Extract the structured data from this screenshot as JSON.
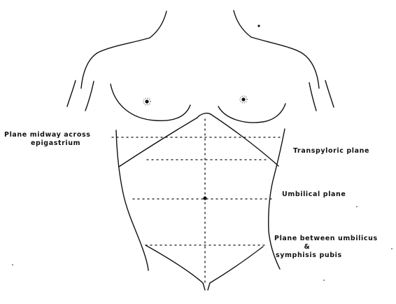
{
  "diagram": {
    "labels": {
      "midway_line1": "Plane  midway  across",
      "midway_line2": "epigastrium",
      "transpyloric": "Transpyloric   plane",
      "umbilical": "Umbilical   plane",
      "between_line1": "Plane  between  umbilicus",
      "between_line2": "&",
      "between_line3": "symphisis  pubis"
    },
    "colors": {
      "ink": "#111111",
      "background": "#ffffff"
    }
  }
}
